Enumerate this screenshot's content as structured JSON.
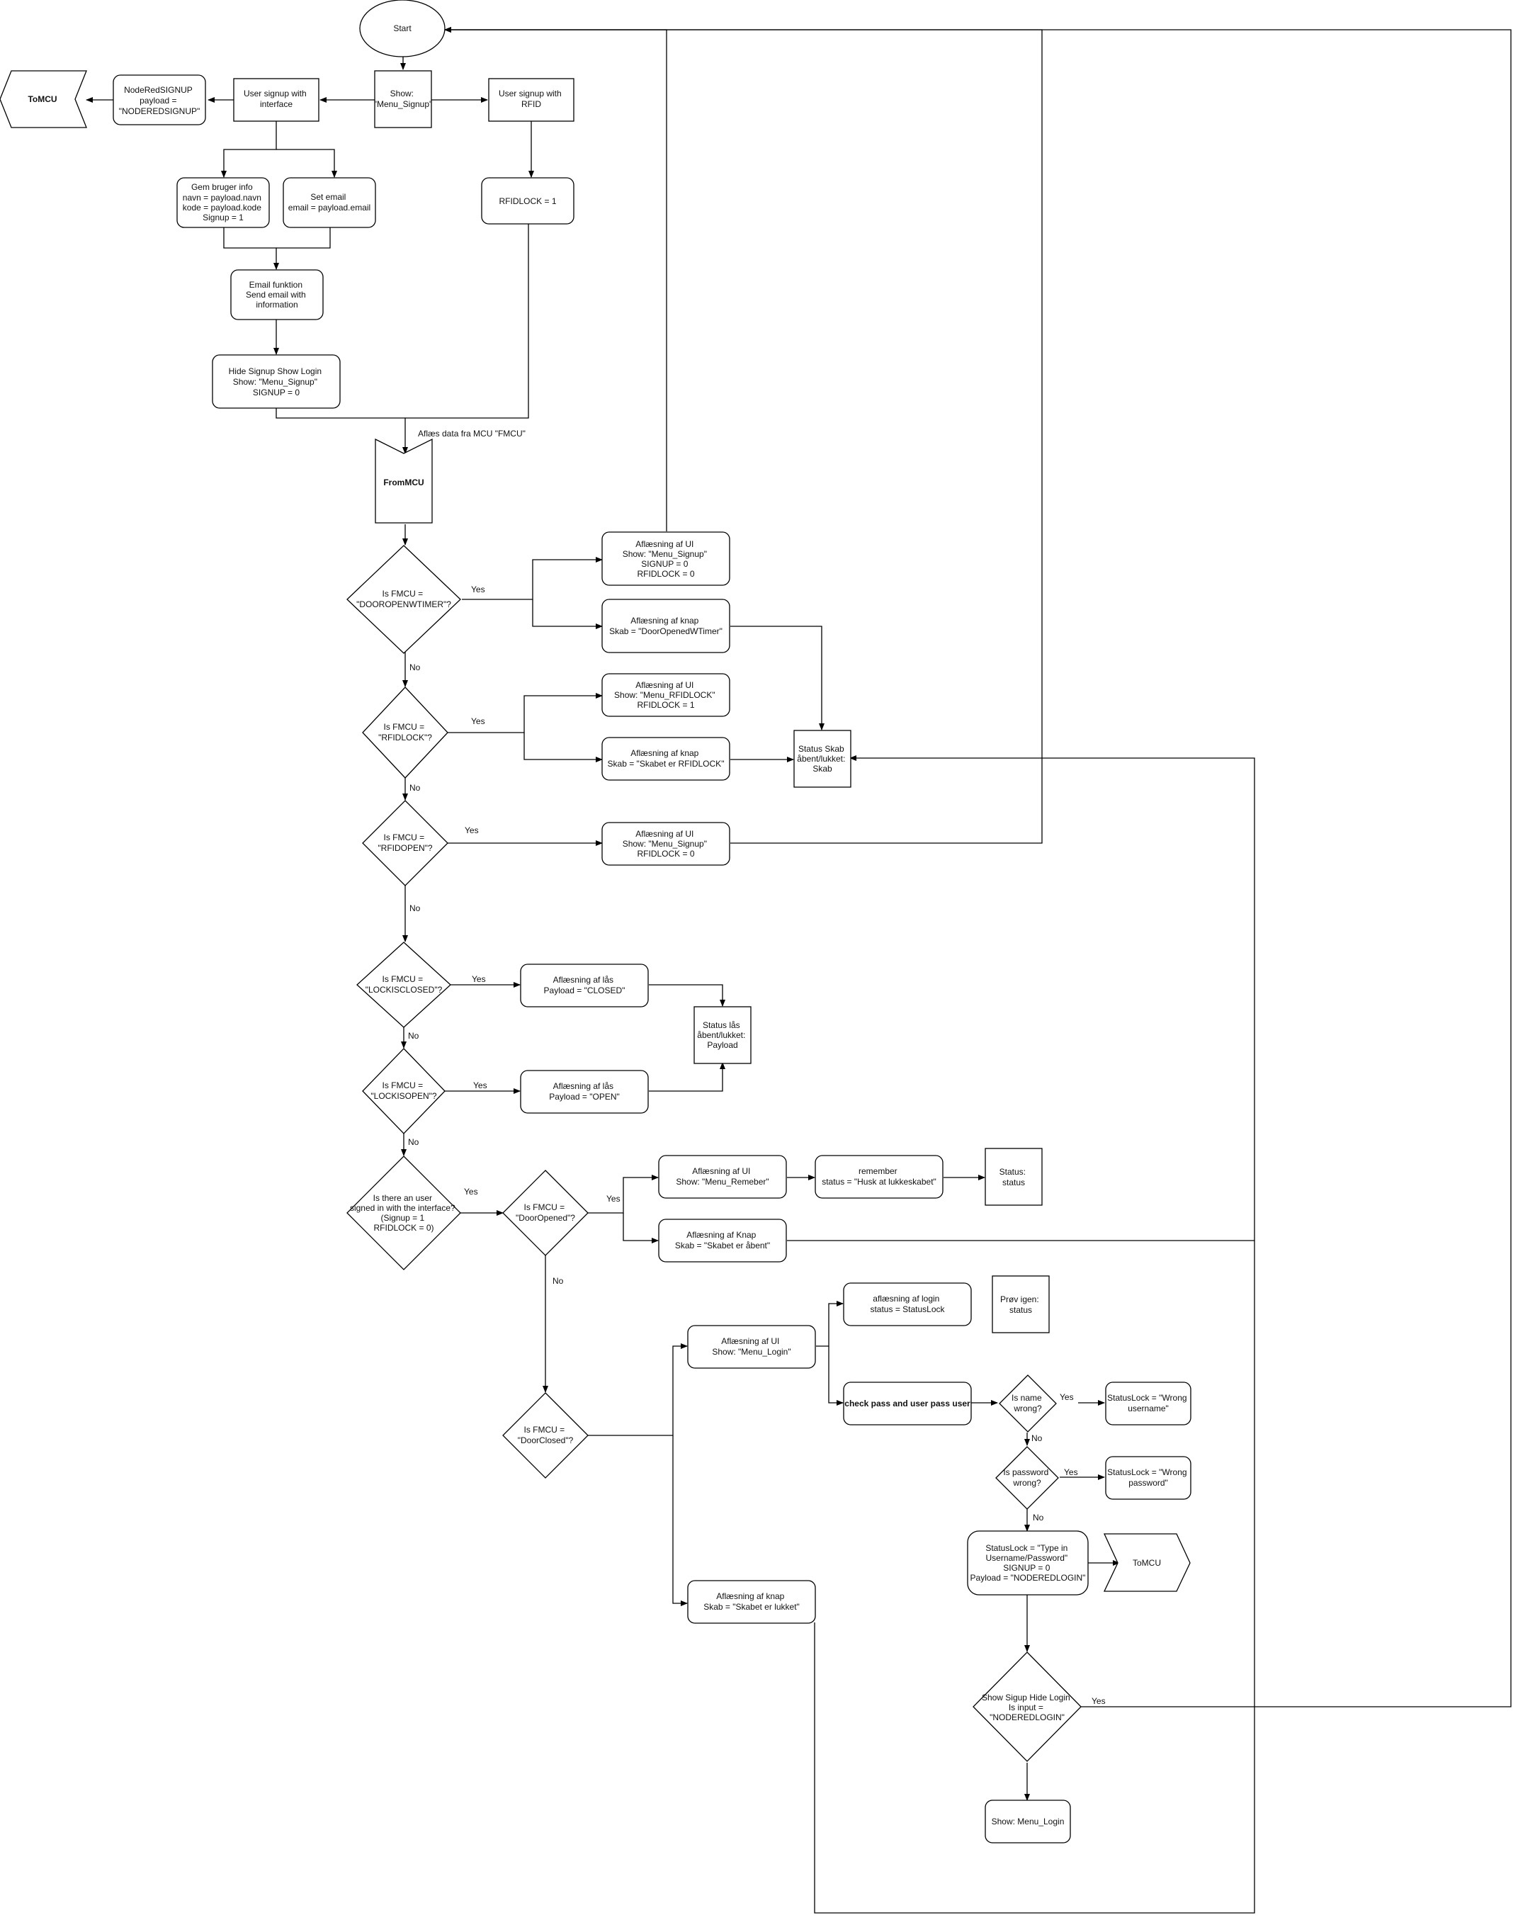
{
  "colors": {
    "stroke": "#000000",
    "background": "#ffffff"
  },
  "terminals": {
    "start": [
      "Start"
    ],
    "tomcu_top": [
      "ToMCU"
    ],
    "frommcu": [
      "FromMCU"
    ],
    "tomcu_bottom": [
      "ToMCU"
    ]
  },
  "processes": {
    "show_menu_signup": [
      "Show:",
      "\"Menu_Signup\""
    ],
    "user_signup_interface": [
      "User signup with",
      "interface"
    ],
    "user_signup_rfid": [
      "User signup with",
      "RFID"
    ],
    "nodered_signup": [
      "NodeRedSIGNUP",
      "payload =",
      "\"NODEREDSIGNUP\""
    ],
    "gem_bruger": [
      "Gem bruger info",
      "navn = payload.navn",
      "kode = payload.kode",
      "Signup = 1"
    ],
    "set_email": [
      "Set email",
      "email = payload.email"
    ],
    "rfidlock1": [
      "RFIDLOCK = 1"
    ],
    "email_funktion": [
      "Email funktion",
      "Send email with",
      "information"
    ],
    "hide_signup": [
      "Hide Signup Show Login",
      "Show: \"Menu_Signup\"",
      "SIGNUP = 0"
    ],
    "aflaes_ui_1": [
      "Aflæsning af UI",
      "Show: \"Menu_Signup\"",
      "SIGNUP = 0",
      "RFIDLOCK = 0"
    ],
    "aflaes_knap_1": [
      "Aflæsning af knap",
      "Skab = \"DoorOpenedWTimer\""
    ],
    "aflaes_ui_2": [
      "Aflæsning af UI",
      "Show: \"Menu_RFIDLOCK\"",
      "RFIDLOCK = 1"
    ],
    "aflaes_knap_2": [
      "Aflæsning af knap",
      "Skab = \"Skabet er RFIDLOCK\""
    ],
    "status_skab": [
      "Status Skab",
      "åbent/lukket:",
      "Skab"
    ],
    "aflaes_ui_3": [
      "Aflæsning af UI",
      "Show: \"Menu_Signup\"",
      "RFIDLOCK = 0"
    ],
    "aflaes_laas_closed": [
      "Aflæsning af lås",
      "Payload = \"CLOSED\""
    ],
    "status_laas": [
      "Status lås",
      "åbent/lukket:",
      "Payload"
    ],
    "aflaes_laas_open": [
      "Aflæsning af lås",
      "Payload = \"OPEN\""
    ],
    "aflaes_ui_remember": [
      "Aflæsning af UI",
      "Show: \"Menu_Remeber\""
    ],
    "remember": [
      "remember",
      "status = \"Husk at lukkeskabet\""
    ],
    "status_status": [
      "Status:",
      "status"
    ],
    "aflaes_knap_open": [
      "Aflæsning af Knap",
      "Skab = \"Skabet er åbent\""
    ],
    "aflaes_login": [
      "aflæsning af login",
      "status = StatusLock"
    ],
    "prov_igen": [
      "Prøv igen:",
      "status"
    ],
    "aflaes_ui_login": [
      "Aflæsning af UI",
      "Show: \"Menu_Login\""
    ],
    "check_pass": [
      "check pass and user pass user"
    ],
    "wrong_username": [
      "StatusLock = \"Wrong",
      "username\""
    ],
    "wrong_password": [
      "StatusLock = \"Wrong",
      "password\""
    ],
    "statuslock_type": [
      "StatusLock = \"Type in",
      "Username/Password\"",
      "SIGNUP = 0",
      "Payload = \"NODEREDLOGIN\""
    ],
    "aflaes_knap_lukket": [
      "Aflæsning af knap",
      "Skab = \"Skabet er lukket\""
    ],
    "show_menu_login": [
      "Show: Menu_Login"
    ]
  },
  "decisions": {
    "d_doorwtimer": [
      "Is FMCU =",
      "\"DOOROPENWTIMER\"?"
    ],
    "d_rfidlock": [
      "Is FMCU =",
      "\"RFIDLOCK\"?"
    ],
    "d_rfidopen": [
      "Is FMCU =",
      "\"RFIDOPEN\"?"
    ],
    "d_lockclosed": [
      "Is FMCU =",
      "\"LOCKISCLOSED\"?"
    ],
    "d_lockopen": [
      "Is FMCU =",
      "\"LOCKISOPEN\"?"
    ],
    "d_user_signed": [
      "Is there an user",
      "signed in with the interface?",
      "(Signup = 1",
      "RFIDLOCK = 0)"
    ],
    "d_dooropened": [
      "Is FMCU =",
      "\"DoorOpened\"?"
    ],
    "d_doorclosed": [
      "Is FMCU =",
      "\"DoorClosed\"?"
    ],
    "d_name_wrong": [
      "Is name",
      "wrong?"
    ],
    "d_pass_wrong": [
      "Is password",
      "wrong?"
    ],
    "d_show_signup": [
      "Show Sigup Hide Login",
      "Is input =",
      "\"NODEREDLOGIN\""
    ]
  },
  "edge_labels": {
    "aflaes_data": "Aflæs data fra MCU \"FMCU\"",
    "yes": "Yes",
    "no": "No"
  }
}
